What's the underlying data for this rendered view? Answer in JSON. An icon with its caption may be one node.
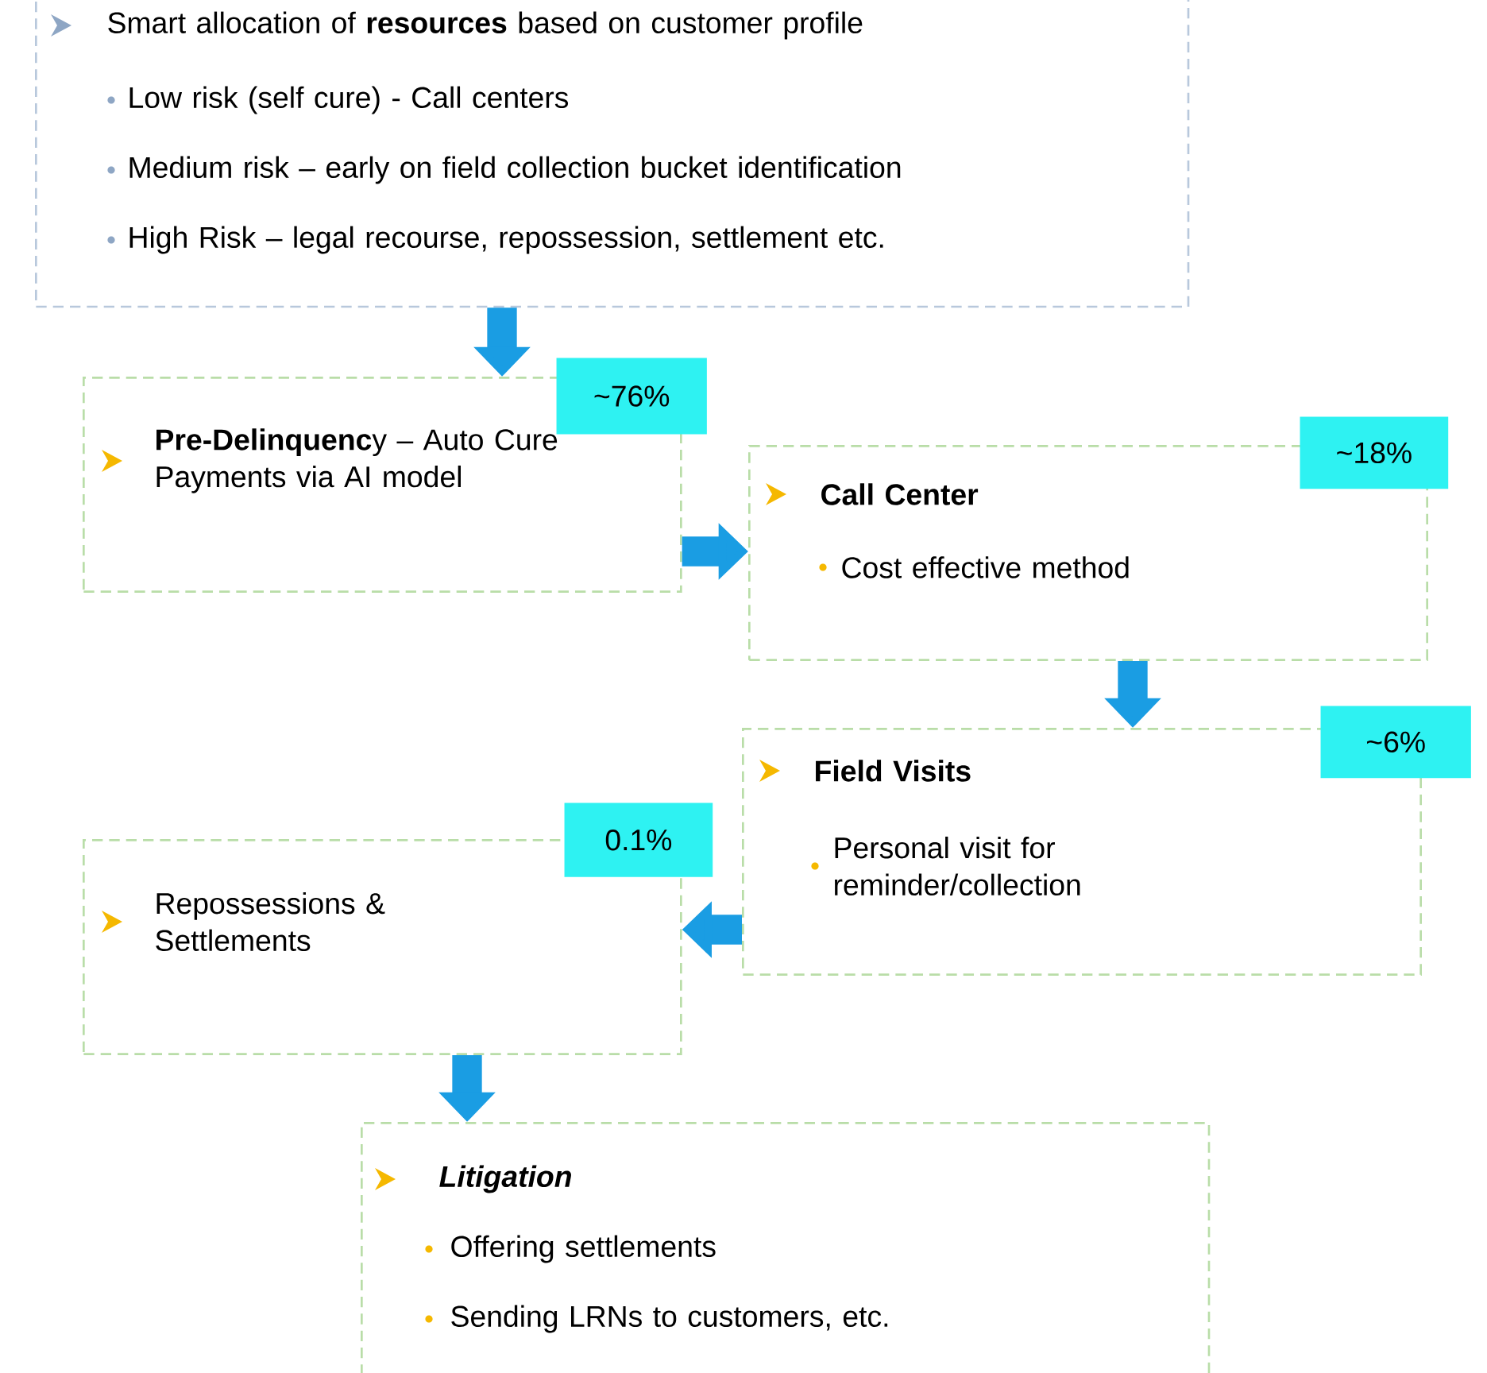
{
  "diagram": {
    "nodes": [
      {
        "text": [
          "Smart allocation of **resources** based on customer profile",
          "Low risk (self cure) - Call centers",
          "Medium risk – early on field collection bucket identification",
          "High Risk – legal recourse, repossession, settlement etc."
        ]
      },
      {
        "text": [
          "~76%"
        ]
      },
      {
        "text": [
          "**Pre-Delinquenc**y – Auto Cure Payments via AI model"
        ]
      },
      {
        "text": [
          "~18%"
        ]
      },
      {
        "text": [
          "Call Center",
          "Cost effective method"
        ]
      },
      {
        "text": [
          "~6%"
        ]
      },
      {
        "text": [
          "Field Visits",
          "Personal visit for reminder/collection"
        ]
      },
      {
        "text": [
          "0.1%"
        ]
      },
      {
        "text": [
          "Repossessions & Settlements"
        ]
      },
      {
        "text": [
          "Litigation",
          "Offering settlements",
          "Sending LRNs to customers, etc."
        ]
      }
    ],
    "edges": [
      {
        "from": 0,
        "to": 2,
        "arrow": "to"
      },
      {
        "from": 2,
        "to": 4,
        "arrow": "to"
      },
      {
        "from": 4,
        "to": 6,
        "arrow": "to"
      },
      {
        "from": 6,
        "to": 8,
        "arrow": "to"
      },
      {
        "from": 8,
        "to": 9,
        "arrow": "to"
      }
    ]
  }
}
